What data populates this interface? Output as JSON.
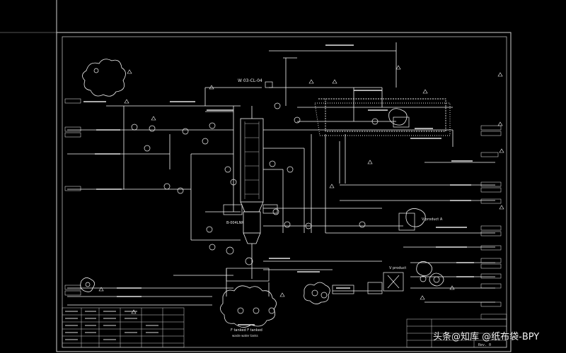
{
  "drawing": {
    "rev_label": "Rev. 0",
    "tag_wconlnr": "W 03-CL-04",
    "tag_mid": "B-004LNR",
    "tag_vproduct_right": "V product A",
    "tag_vproduct_bottom": "V product",
    "box_left_label": "F tanked F tanked",
    "box_left_sub": "waste water tanks"
  },
  "watermark": {
    "text": "头条@知库 @纸布袋-BPY"
  },
  "colors": {
    "background": "#000000",
    "lines": "#ffffff",
    "frame": "#cfcfcf"
  }
}
